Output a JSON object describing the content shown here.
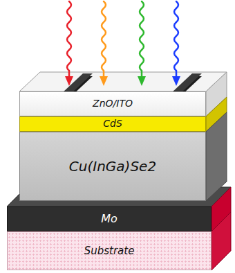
{
  "diagram": {
    "nodes": [
      {
        "text": [
          "ZnO/ITO"
        ]
      },
      {
        "text": [
          "CdS"
        ]
      },
      {
        "text": [
          "Cu(InGa)Se2"
        ]
      },
      {
        "text": [
          "Mo"
        ]
      },
      {
        "text": [
          "Substrate"
        ]
      }
    ]
  }
}
